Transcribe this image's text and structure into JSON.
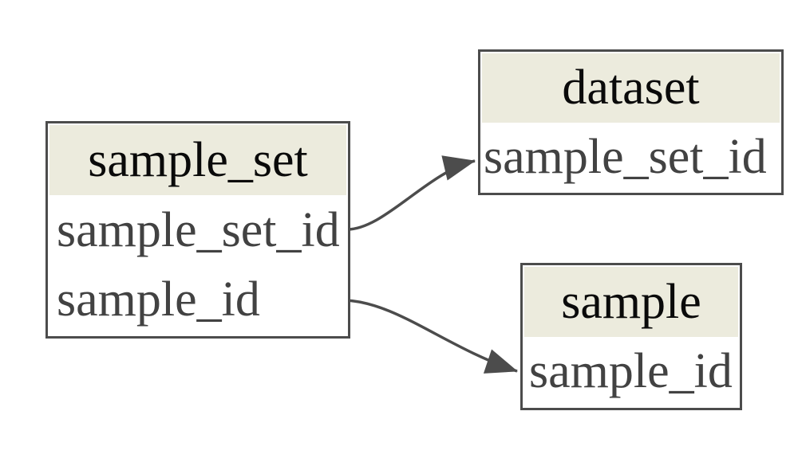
{
  "diagram": {
    "kind": "entity-relationship",
    "colors": {
      "border": "#4c4c4c",
      "arrow": "#4c4c4c",
      "header_background": "#ecebdd",
      "header_text": "#0a0a0a",
      "field_text": "#424242",
      "background": "#ffffff"
    },
    "entities": {
      "sample_set": {
        "title": "sample_set",
        "fields": [
          "sample_set_id",
          "sample_id"
        ]
      },
      "dataset": {
        "title": "dataset",
        "fields": [
          "sample_set_id"
        ]
      },
      "sample": {
        "title": "sample",
        "fields": [
          "sample_id"
        ]
      }
    },
    "relations": [
      {
        "from": "sample_set.sample_set_id",
        "to": "dataset.sample_set_id"
      },
      {
        "from": "sample_set.sample_id",
        "to": "sample.sample_id"
      }
    ]
  }
}
